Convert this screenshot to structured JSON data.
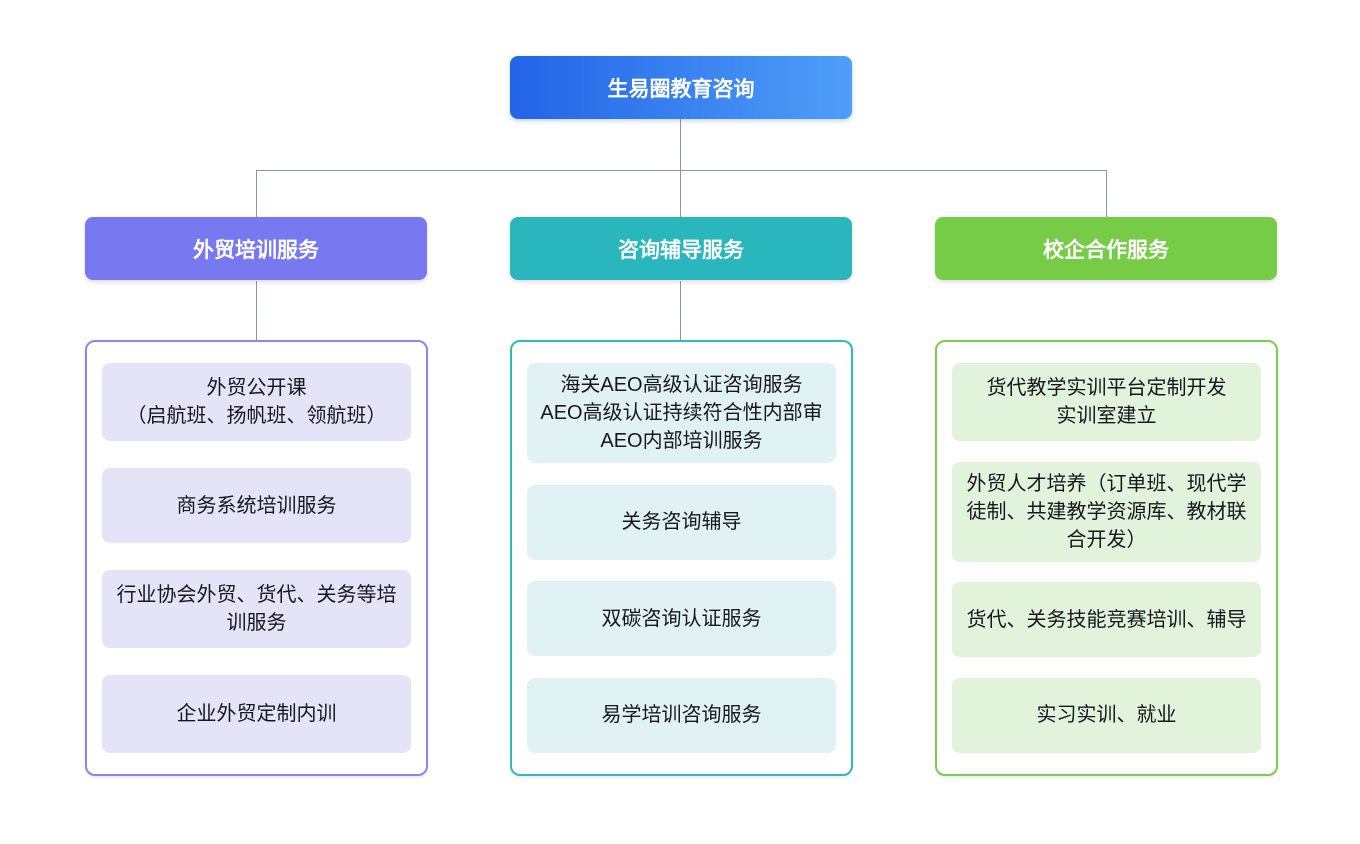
{
  "page": {
    "background": "#ffffff",
    "connector_color": "#8B96A5"
  },
  "root": {
    "label": "生易圈教育咨询",
    "gradient_from": "#2264E6",
    "gradient_to": "#4F9EF8"
  },
  "branches": [
    {
      "label": "外贸培训服务",
      "header_color": "#7879F0",
      "border_color": "#8886F2",
      "item_bg": "#E5E3F8",
      "items": [
        "外贸公开课\n（启航班、扬帆班、领航班）",
        "商务系统培训服务",
        "行业协会外贸、货代、关务等培训服务",
        "企业外贸定制内训"
      ]
    },
    {
      "label": "咨询辅导服务",
      "header_color": "#29B6BC",
      "border_color": "#30B9BF",
      "item_bg": "#E0F2F4",
      "items": [
        "海关AEO高级认证咨询服务\nAEO高级认证持续符合性内部审\nAEO内部培训服务",
        "关务咨询辅导",
        "双碳咨询认证服务",
        "易学培训咨询服务"
      ]
    },
    {
      "label": "校企合作服务",
      "header_color": "#77CC47",
      "border_color": "#7BCD4F",
      "item_bg": "#E1F3DA",
      "items": [
        "货代教学实训平台定制开发\n实训室建立",
        "外贸人才培养（订单班、现代学徒制、共建教学资源库、教材联合开发）",
        "货代、关务技能竞赛培训、辅导",
        "实习实训、就业"
      ]
    }
  ]
}
